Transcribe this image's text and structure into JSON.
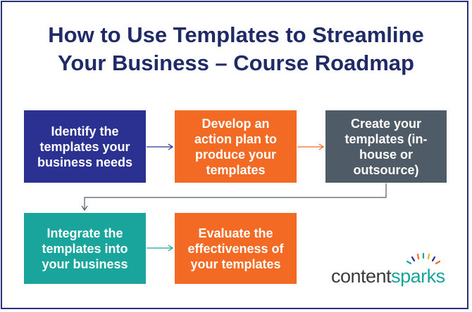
{
  "title": {
    "line1": "How to Use Templates to Streamline",
    "line2": "Your Business – Course Roadmap"
  },
  "steps": [
    {
      "label": "Identify the templates your business needs",
      "color": "#2b3190"
    },
    {
      "label": "Develop an action plan to produce your templates",
      "color": "#f26a23"
    },
    {
      "label": "Create your templates (in-house or outsource)",
      "color": "#4f5b67"
    },
    {
      "label": "Integrate the templates into your business",
      "color": "#19a59c"
    },
    {
      "label": "Evaluate the effectiveness of your templates",
      "color": "#f26a23"
    }
  ],
  "connector_colors": {
    "step1_to_step2": "#2b3190",
    "step2_to_step3": "#f26a23",
    "step3_to_step4": "#4f5b67",
    "step4_to_step5": "#19a59c"
  },
  "logo": {
    "part1": "content",
    "part2": "sparks"
  }
}
